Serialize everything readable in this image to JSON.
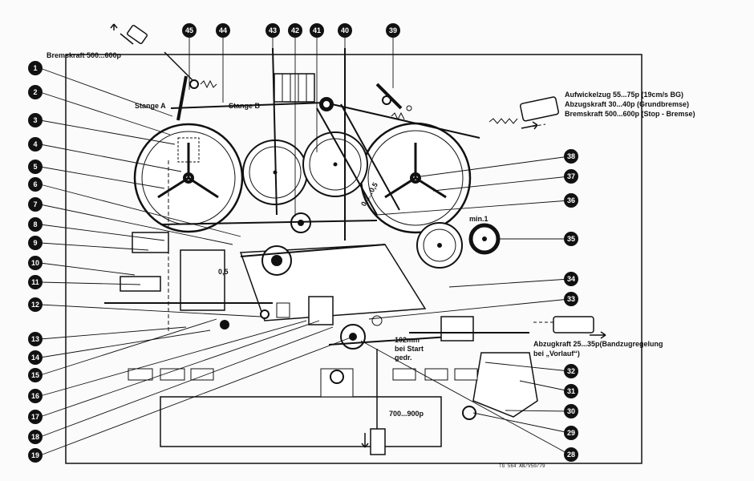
{
  "annotations": {
    "bremskraft_top": "Bremskraft 500...600p",
    "stange_a": "Stange A",
    "stange_b": "Stange B",
    "right_line1": "Aufwickelzug  55...75p   (19cm/s BG)",
    "right_line2": "Abzugskraft   30...40p   (Grundbremse)",
    "right_line3": "Bremskraft    500...600p (Stop - Bremse)",
    "dim_05_left": "0,5",
    "dim_03_05": "0,3...0,5",
    "min1": "min.1",
    "abzug_low1": "Abzugkraft 25...35p(Bandzugregelung",
    "abzug_low2": "bei „Vorlauf“)",
    "start1": "102mm",
    "start2": "bei Start",
    "start3": "gedr.",
    "weight": "700...900p",
    "ref_code": "TG 564 AN/V50/79"
  },
  "callouts_left": [
    "1",
    "2",
    "3",
    "4",
    "5",
    "6",
    "7",
    "8",
    "9",
    "10",
    "11",
    "12",
    "13",
    "14",
    "15",
    "16",
    "17",
    "18",
    "19"
  ],
  "callouts_top": [
    "45",
    "44",
    "43",
    "42",
    "41",
    "40",
    "39"
  ],
  "callouts_right": [
    "38",
    "37",
    "36",
    "35",
    "34",
    "33",
    "32",
    "31",
    "30",
    "29",
    "28"
  ]
}
